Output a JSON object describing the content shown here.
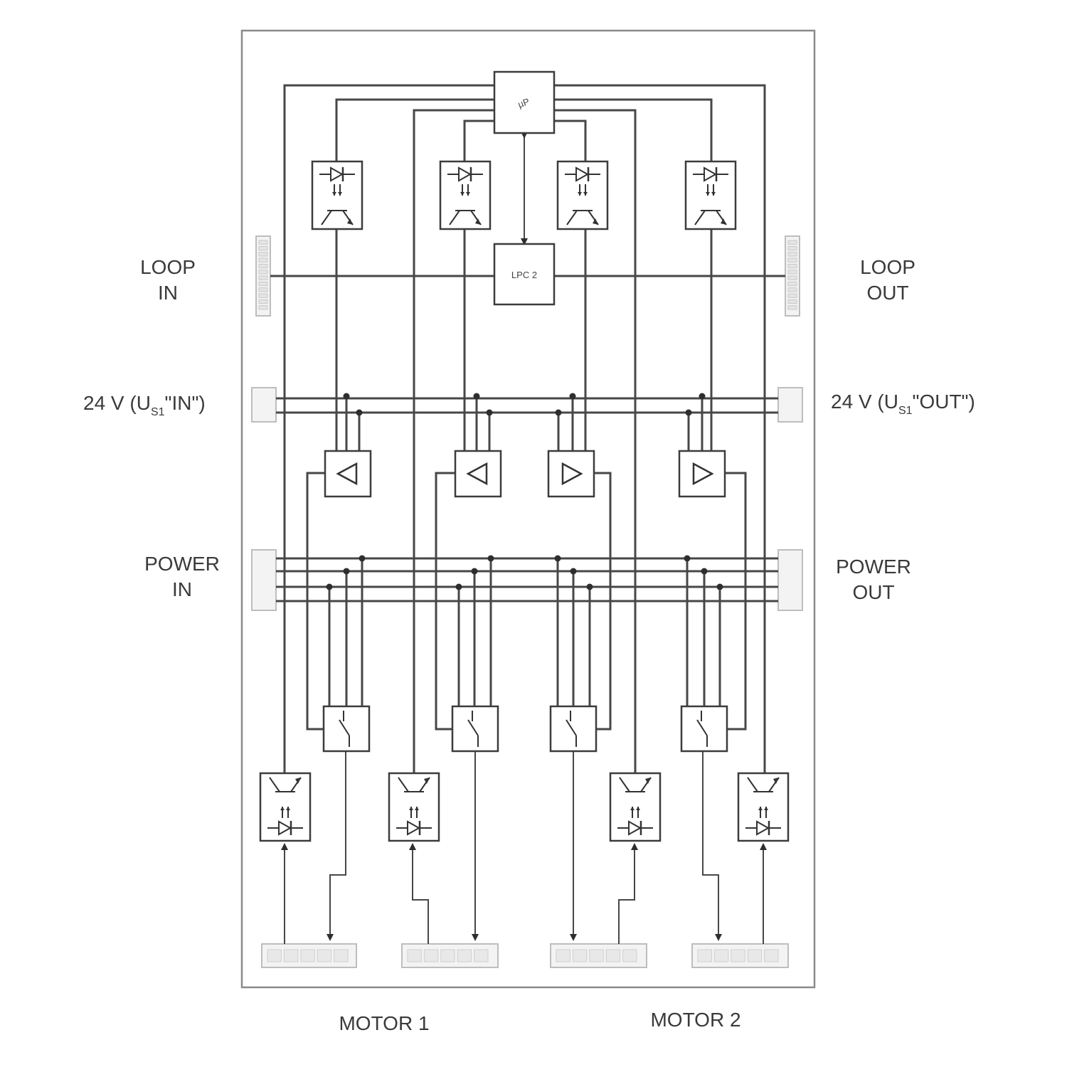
{
  "labels": {
    "loop_in": [
      "LOOP",
      "IN"
    ],
    "loop_out": [
      "LOOP",
      "OUT"
    ],
    "v24_in": {
      "prefix": "24 V (U",
      "sub": "S1",
      "suffix": "\"IN\")"
    },
    "v24_out": {
      "prefix": "24 V (U",
      "sub": "S1",
      "suffix": "\"OUT\")"
    },
    "power_in": [
      "POWER",
      "IN"
    ],
    "power_out": [
      "POWER",
      "OUT"
    ],
    "motor1": "MOTOR 1",
    "motor2": "MOTOR 2"
  },
  "blocks": {
    "microprocessor": "µP",
    "lpc": "LPC 2"
  }
}
